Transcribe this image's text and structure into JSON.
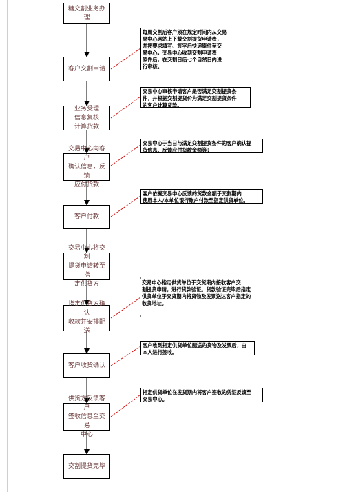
{
  "steps": [
    "糖交割业务办理",
    "客户交割申请",
    "业务受理\n信息复核\n计算货款",
    "交易中心向客户\n确认信息，反馈\n应付货款",
    "客户付款",
    "交易中心将交割\n提货申请转至指\n定供货方",
    "指定供货方确认\n收款并安排配送",
    "客户收货确认",
    "供货方反馈客户\n签收信息至交易\n中心",
    "交割提货完毕"
  ],
  "notes": [
    "每周交割后客户须在规定时间内从交易\n易中心网站上下载交割提货申请表，\n并按要求填写、签字后快递原件至交\n易中心，交易中心收到交割申请表\n原件后，在交割日后七个自然日内进\n行审核。",
    "交易中心审核申请客户是否满足交割提货条\n件，并根据交割提货价为满足交割提货条件\n的客户计算货款。",
    "交易中心于当日与满足交割提货条件的客户确认提\n货信息、反馈应付货款金额等；",
    "    客户依据交易中心反馈的货款金额于交割期内\n使用本人/本单位银行账户付款至指定供货单位。",
    "    交易中心指定供货单位于交货期内接收客户交\n割提货申请，进行货款验证。货款验证完毕后指定\n供货单位于交货期内将货物及发票送达客户指定的\n收货地址。",
    "客户收到指定供货单位配送的货物及发票后，由\n本人进行签收。",
    "指定供货单位在发货期内将客户签收的凭证反馈至\n                  交易中心。"
  ]
}
